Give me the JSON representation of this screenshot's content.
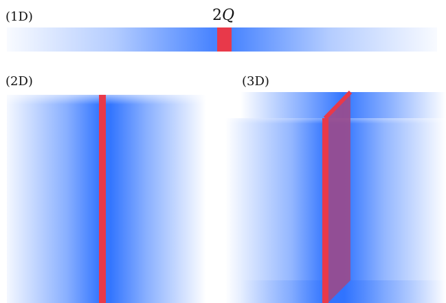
{
  "panels": {
    "one_d": {
      "label": "(1D)"
    },
    "two_d": {
      "label": "(2D)"
    },
    "three_d": {
      "label": "(3D)"
    }
  },
  "charge": {
    "coefficient": "2",
    "symbol": "Q"
  },
  "colors": {
    "field": "#286eff",
    "charge": "#e8394a",
    "sheet_fill": "#9c4a8a"
  }
}
